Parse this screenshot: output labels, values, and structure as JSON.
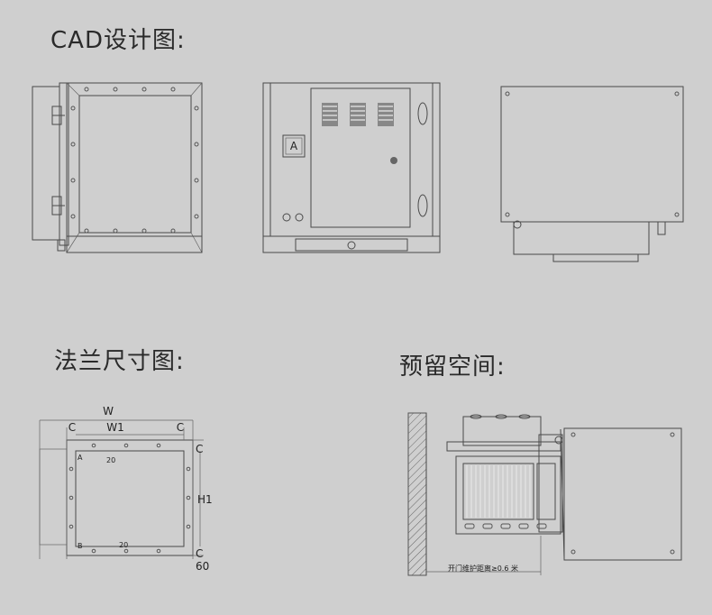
{
  "headings": {
    "cad": "CAD设计图:",
    "flange": "法兰尺寸图:",
    "space": "预留空间:"
  },
  "cad": {
    "panel_label": "A"
  },
  "flange": {
    "w": "W",
    "w1": "W1",
    "c_top_left": "C",
    "c_top_right": "C",
    "c_right_top": "C",
    "c_right_bottom": "C",
    "h1": "H1",
    "sixty": "60",
    "a": "A",
    "b": "B",
    "twenty_top": "20",
    "twenty_bottom": "20"
  },
  "space": {
    "note": "开门维护距离≥0.6 米"
  },
  "colors": {
    "background": "#cfcfcf",
    "line": "#4a4a4a",
    "panel": "#d6d6d6"
  }
}
